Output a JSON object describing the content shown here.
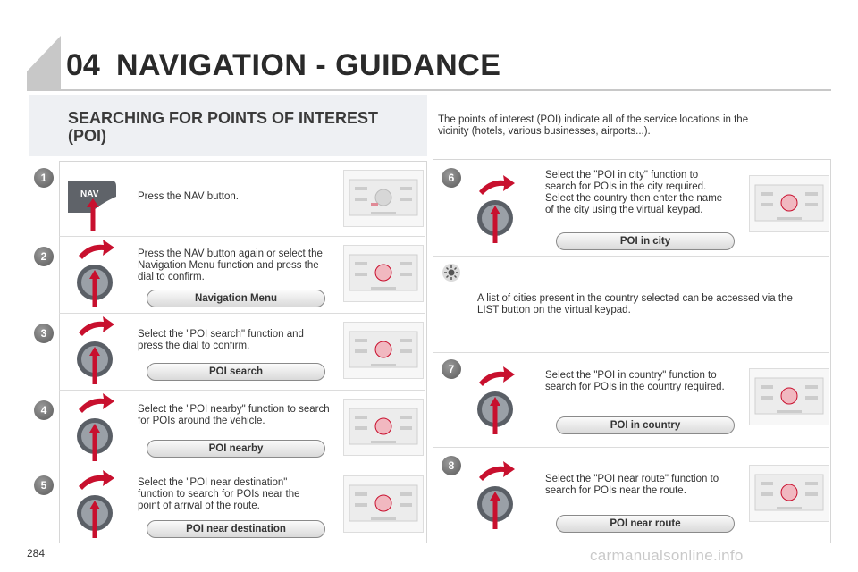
{
  "header": {
    "chapter_number": "04",
    "title": "NAVIGATION - GUIDANCE"
  },
  "section": {
    "title": "SEARCHING FOR POINTS OF INTEREST (POI)"
  },
  "intro": "The points of interest (POI) indicate all of the service locations in the vicinity (hotels, various businesses, airports...).",
  "nav_label": "NAV",
  "steps_left": [
    {
      "number": "1",
      "text": "Press the NAV button.",
      "button": ""
    },
    {
      "number": "2",
      "text": "Press the NAV button again or select the Navigation Menu function and press the dial to confirm.",
      "button": "Navigation Menu"
    },
    {
      "number": "3",
      "text": "Select the \"POI search\" function and press the dial to confirm.",
      "button": "POI search"
    },
    {
      "number": "4",
      "text": "Select the \"POI nearby\" function to search for POIs around the vehicle.",
      "button": "POI nearby"
    },
    {
      "number": "5",
      "text": "Select the \"POI near destination\" function to search for POIs near the point of arrival of the route.",
      "button": "POI near destination"
    }
  ],
  "steps_right": [
    {
      "number": "6",
      "text": "Select the \"POI in city\" function to search for POIs in the city required. Select the country then enter the name of the city using the virtual keypad.",
      "button": "POI in city"
    },
    {
      "number": "7",
      "text": "Select the \"POI in country\" function to search for POIs in the country required.",
      "button": "POI in country"
    },
    {
      "number": "8",
      "text": "Select the \"POI near route\" function to search for POIs near the route.",
      "button": "POI near route"
    }
  ],
  "tip": {
    "icon": "sun-tip-icon",
    "text": "A list of cities present in the country selected can be accessed via the LIST button on the virtual keypad."
  },
  "footer": {
    "page_number": "284",
    "watermark": "carmanualsonline.info"
  },
  "colors": {
    "accent": "#c8102e",
    "dial": "#5a5f66"
  }
}
